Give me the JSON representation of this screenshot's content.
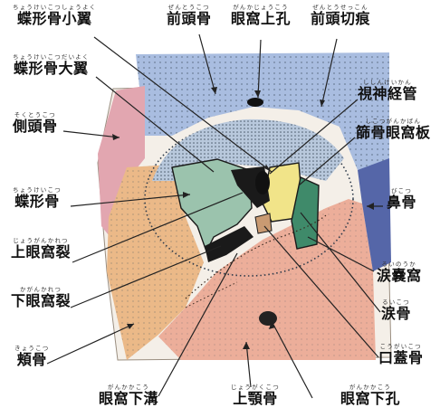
{
  "labels": {
    "sphenoid_lesser": {
      "ruby": "ちょうけいこつしょうよく",
      "text": "蝶形骨小翼"
    },
    "sphenoid_greater": {
      "ruby": "ちょうけいこつだいよく",
      "text": "蝶形骨大翼"
    },
    "temporal": {
      "ruby": "そくとうこつ",
      "text": "側頭骨"
    },
    "sphenoid": {
      "ruby": "ちょうけいこつ",
      "text": "蝶形骨"
    },
    "superior_fissure": {
      "ruby": "じょうがんかれつ",
      "text": "上眼窩裂"
    },
    "inferior_fissure": {
      "ruby": "かがんかれつ",
      "text": "下眼窩裂"
    },
    "zygomatic": {
      "ruby": "きょうこつ",
      "text": "頬骨"
    },
    "frontal": {
      "ruby": "ぜんとうこつ",
      "text": "前頭骨"
    },
    "supraorbital_foramen": {
      "ruby": "がんかじょうこう",
      "text": "眼窩上孔"
    },
    "frontal_notch": {
      "ruby": "ぜんとうせっこん",
      "text": "前頭切痕"
    },
    "optic_canal": {
      "ruby": "ししんけいかん",
      "text": "視神経管"
    },
    "ethmoid_plate": {
      "ruby": "しこつがんかばん",
      "text": "篩骨眼窩板"
    },
    "nasal": {
      "ruby": "びこつ",
      "text": "鼻骨"
    },
    "lacrimal_fossa": {
      "ruby": "るいのうか",
      "text": "涙嚢窩"
    },
    "lacrimal": {
      "ruby": "るいこつ",
      "text": "涙骨"
    },
    "palatine": {
      "ruby": "こうがいこつ",
      "text": "口蓋骨"
    },
    "infraorbital_foramen": {
      "ruby": "がんかかこう",
      "text": "眼窩下孔"
    },
    "maxilla": {
      "ruby": "じょうがくこつ",
      "text": "上顎骨"
    },
    "infraorbital_groove": {
      "ruby": "がんかかこう",
      "text": "眼窩下溝"
    }
  },
  "colors": {
    "frontal_blue": "#a9bde0",
    "temporal_pink": "#e2a6b0",
    "sphenoid_green": "#9bc3ad",
    "zygomatic_orange": "#ebb988",
    "maxilla_salmon": "#ecae9a",
    "ethmoid_yellow": "#f1e489",
    "nasal_navy": "#5566a8",
    "lacrimal_green": "#3f8a6a",
    "dark": "#1a1a1a"
  }
}
